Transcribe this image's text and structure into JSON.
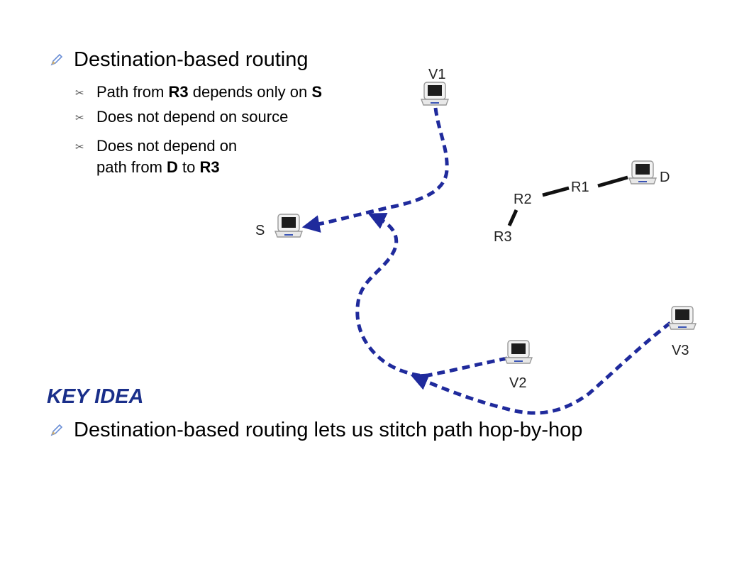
{
  "bullets": {
    "main": "Destination-based routing",
    "sub": [
      {
        "parts": [
          {
            "t": "Path from ",
            "b": false
          },
          {
            "t": "R3",
            "b": true
          },
          {
            "t": " depends only on ",
            "b": false
          },
          {
            "t": "S",
            "b": true
          }
        ]
      },
      {
        "parts": [
          {
            "t": "Does not depend on source",
            "b": false
          }
        ]
      },
      {
        "parts": [
          {
            "t": "Does not depend on",
            "b": false
          }
        ]
      },
      {
        "parts": [
          {
            "t": "path from ",
            "b": false
          },
          {
            "t": "D",
            "b": true
          },
          {
            "t": " to ",
            "b": false
          },
          {
            "t": "R3",
            "b": true
          }
        ]
      }
    ]
  },
  "key_idea": {
    "heading": "KEY IDEA",
    "text": "Destination-based routing lets us stitch path hop-by-hop"
  },
  "nodes": {
    "V1": "V1",
    "S": "S",
    "D": "D",
    "R1": "R1",
    "R2": "R2",
    "R3": "R3",
    "V2": "V2",
    "V3": "V3"
  },
  "colors": {
    "path": "#1f2a9c",
    "heading": "#1a2f8a"
  }
}
